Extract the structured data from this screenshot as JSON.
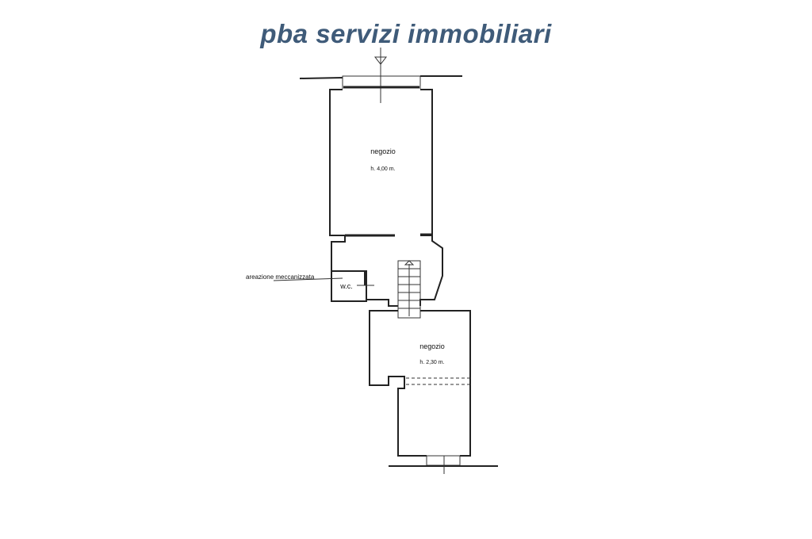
{
  "header": {
    "title": "pba servizi immobiliari"
  },
  "plan": {
    "upper_room": {
      "name": "negozio",
      "height": "h. 4,00 m."
    },
    "lower_room": {
      "name": "negozio",
      "height": "h. 2,30 m."
    },
    "wc": "w.c.",
    "ventilation_label": "areazione meccanizzata"
  },
  "colors": {
    "title": "#3f5b79",
    "lines": "#222222"
  }
}
